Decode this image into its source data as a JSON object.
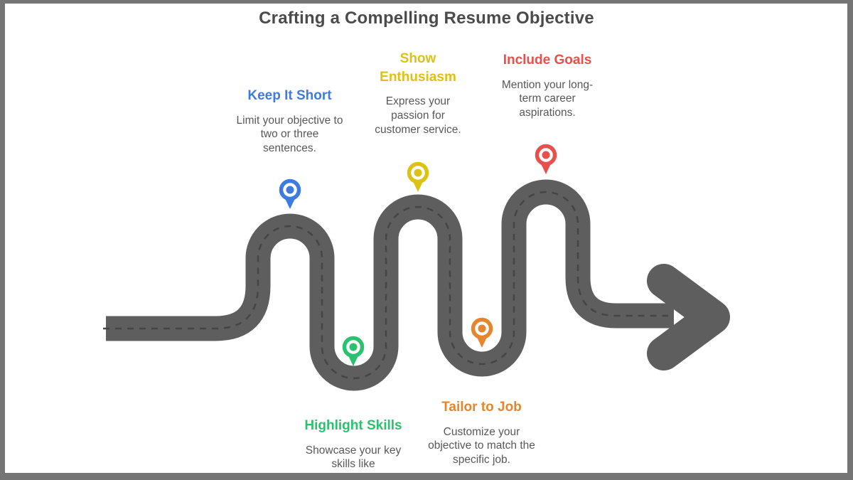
{
  "frame": {
    "border_color": "#757575",
    "background": "#ffffff"
  },
  "header": {
    "title": "Crafting a Compelling Resume Objective",
    "color": "#4b4b4b"
  },
  "road": {
    "color": "#5e5e5e",
    "dash_color": "#454545"
  },
  "steps": [
    {
      "label": "Keep It Short",
      "description": "Limit your objective to two or three sentences.",
      "color": "#3d7be0"
    },
    {
      "label": "Highlight Skills",
      "description": "Showcase your key skills like",
      "color": "#2cc170"
    },
    {
      "label": "Show Enthusiasm",
      "description": "Express your passion for customer service.",
      "color": "#ddc115"
    },
    {
      "label": "Tailor to Job",
      "description": "Customize your objective to match the specific job.",
      "color": "#e5862e"
    },
    {
      "label": "Include Goals",
      "description": "Mention your long-term career aspirations.",
      "color": "#e8504d"
    }
  ]
}
